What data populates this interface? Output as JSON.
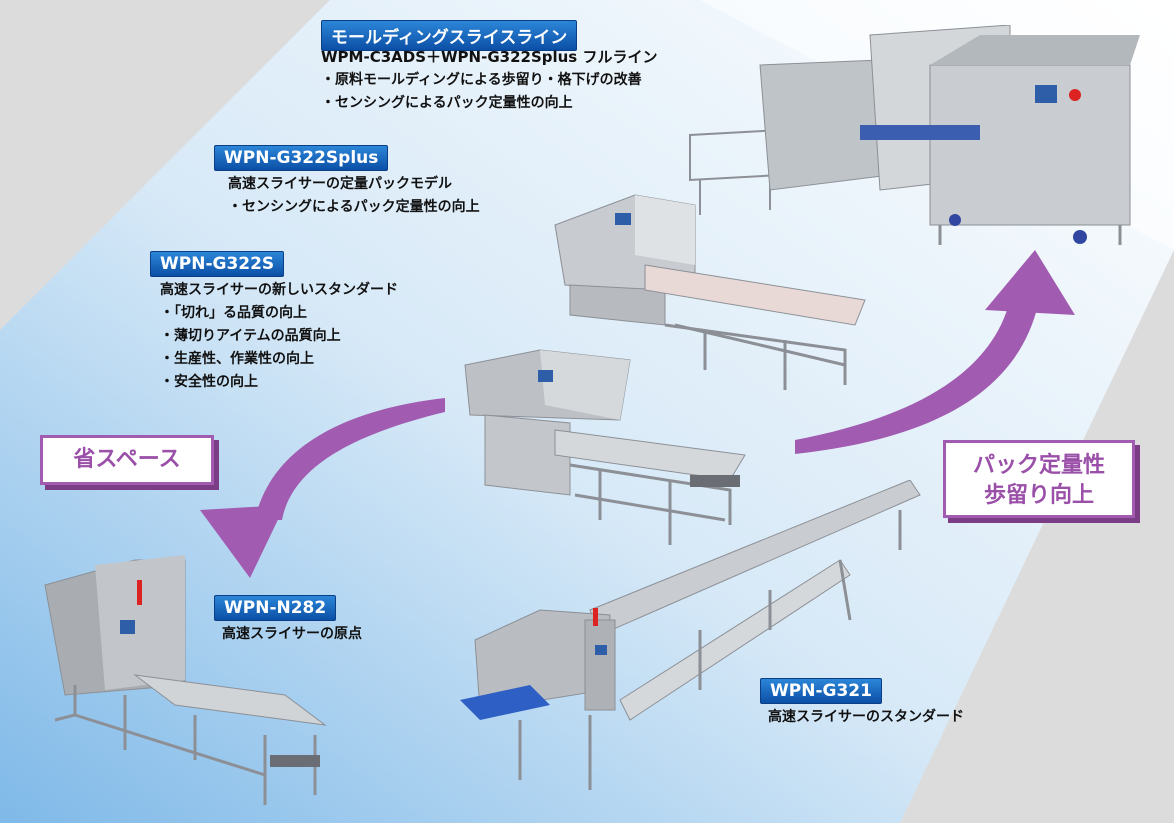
{
  "products": [
    {
      "badge": "モールディングスライスライン",
      "title": "WPM-C3ADS＋WPN-G322Splus フルライン",
      "features": [
        "原料モールディングによる歩留り・格下げの改善",
        "センシングによるパック定量性の向上"
      ]
    },
    {
      "badge": "WPN-G322Splus",
      "title": "高速スライサーの定量パックモデル",
      "features": [
        "センシングによるパック定量性の向上"
      ]
    },
    {
      "badge": "WPN-G322S",
      "title": "高速スライサーの新しいスタンダード",
      "features": [
        "「切れ」る品質の向上",
        "薄切りアイテムの品質向上",
        "生産性、作業性の向上",
        "安全性の向上"
      ]
    },
    {
      "badge": "WPN-N282",
      "title": "高速スライサーの原点",
      "features": []
    },
    {
      "badge": "WPN-G321",
      "title": "高速スライサーのスタンダード",
      "features": []
    }
  ],
  "callouts": {
    "space_saving": "省スペース",
    "pack_accuracy_line1": "パック定量性",
    "pack_accuracy_line2": "歩留り向上"
  },
  "colors": {
    "badge_blue": "#0b4fa6",
    "arrow_purple": "#a15bb0",
    "background_blue": "#9cc9ee"
  }
}
